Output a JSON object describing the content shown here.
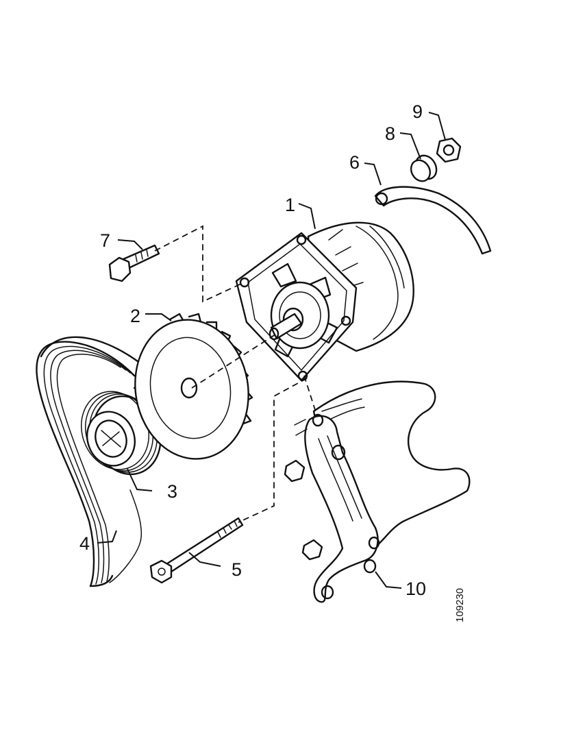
{
  "diagram": {
    "callouts": [
      {
        "id": "part-1",
        "label": "1"
      },
      {
        "id": "part-2",
        "label": "2"
      },
      {
        "id": "part-3",
        "label": "3"
      },
      {
        "id": "part-4",
        "label": "4"
      },
      {
        "id": "part-5",
        "label": "5"
      },
      {
        "id": "part-6",
        "label": "6"
      },
      {
        "id": "part-7",
        "label": "7"
      },
      {
        "id": "part-8",
        "label": "8"
      },
      {
        "id": "part-9",
        "label": "9"
      },
      {
        "id": "part-10",
        "label": "10"
      }
    ],
    "reference_code": "109230"
  }
}
